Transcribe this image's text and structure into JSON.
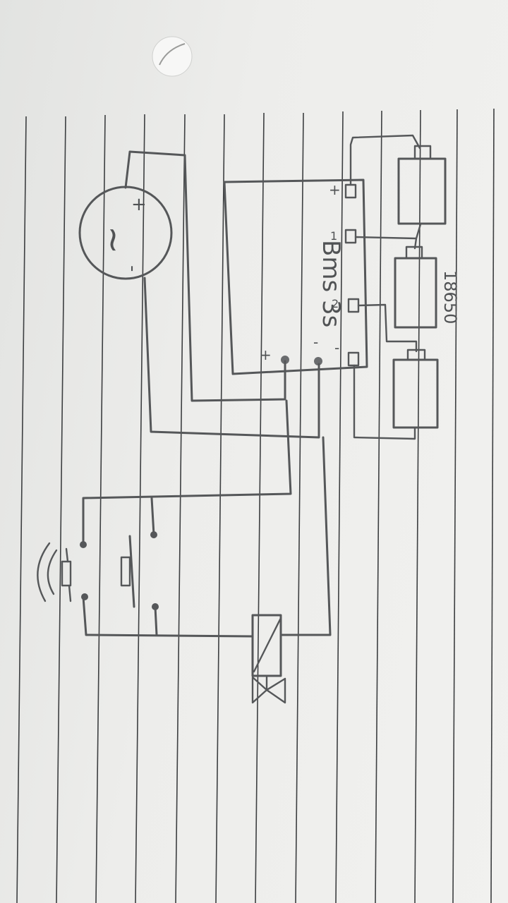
{
  "diagram": {
    "bms_label": "Bms 3s",
    "cell_type_label": "18650",
    "charger_plus": "+",
    "charger_minus": "-",
    "charger_symbol": "~",
    "bms_pins": [
      "+",
      "1",
      "2",
      "-"
    ],
    "bms_output_plus": "+",
    "bms_output_minus": "-",
    "colors": {
      "paper": "#ececea",
      "pencil": "#555759",
      "rule_lines": "#3d3f41"
    }
  }
}
